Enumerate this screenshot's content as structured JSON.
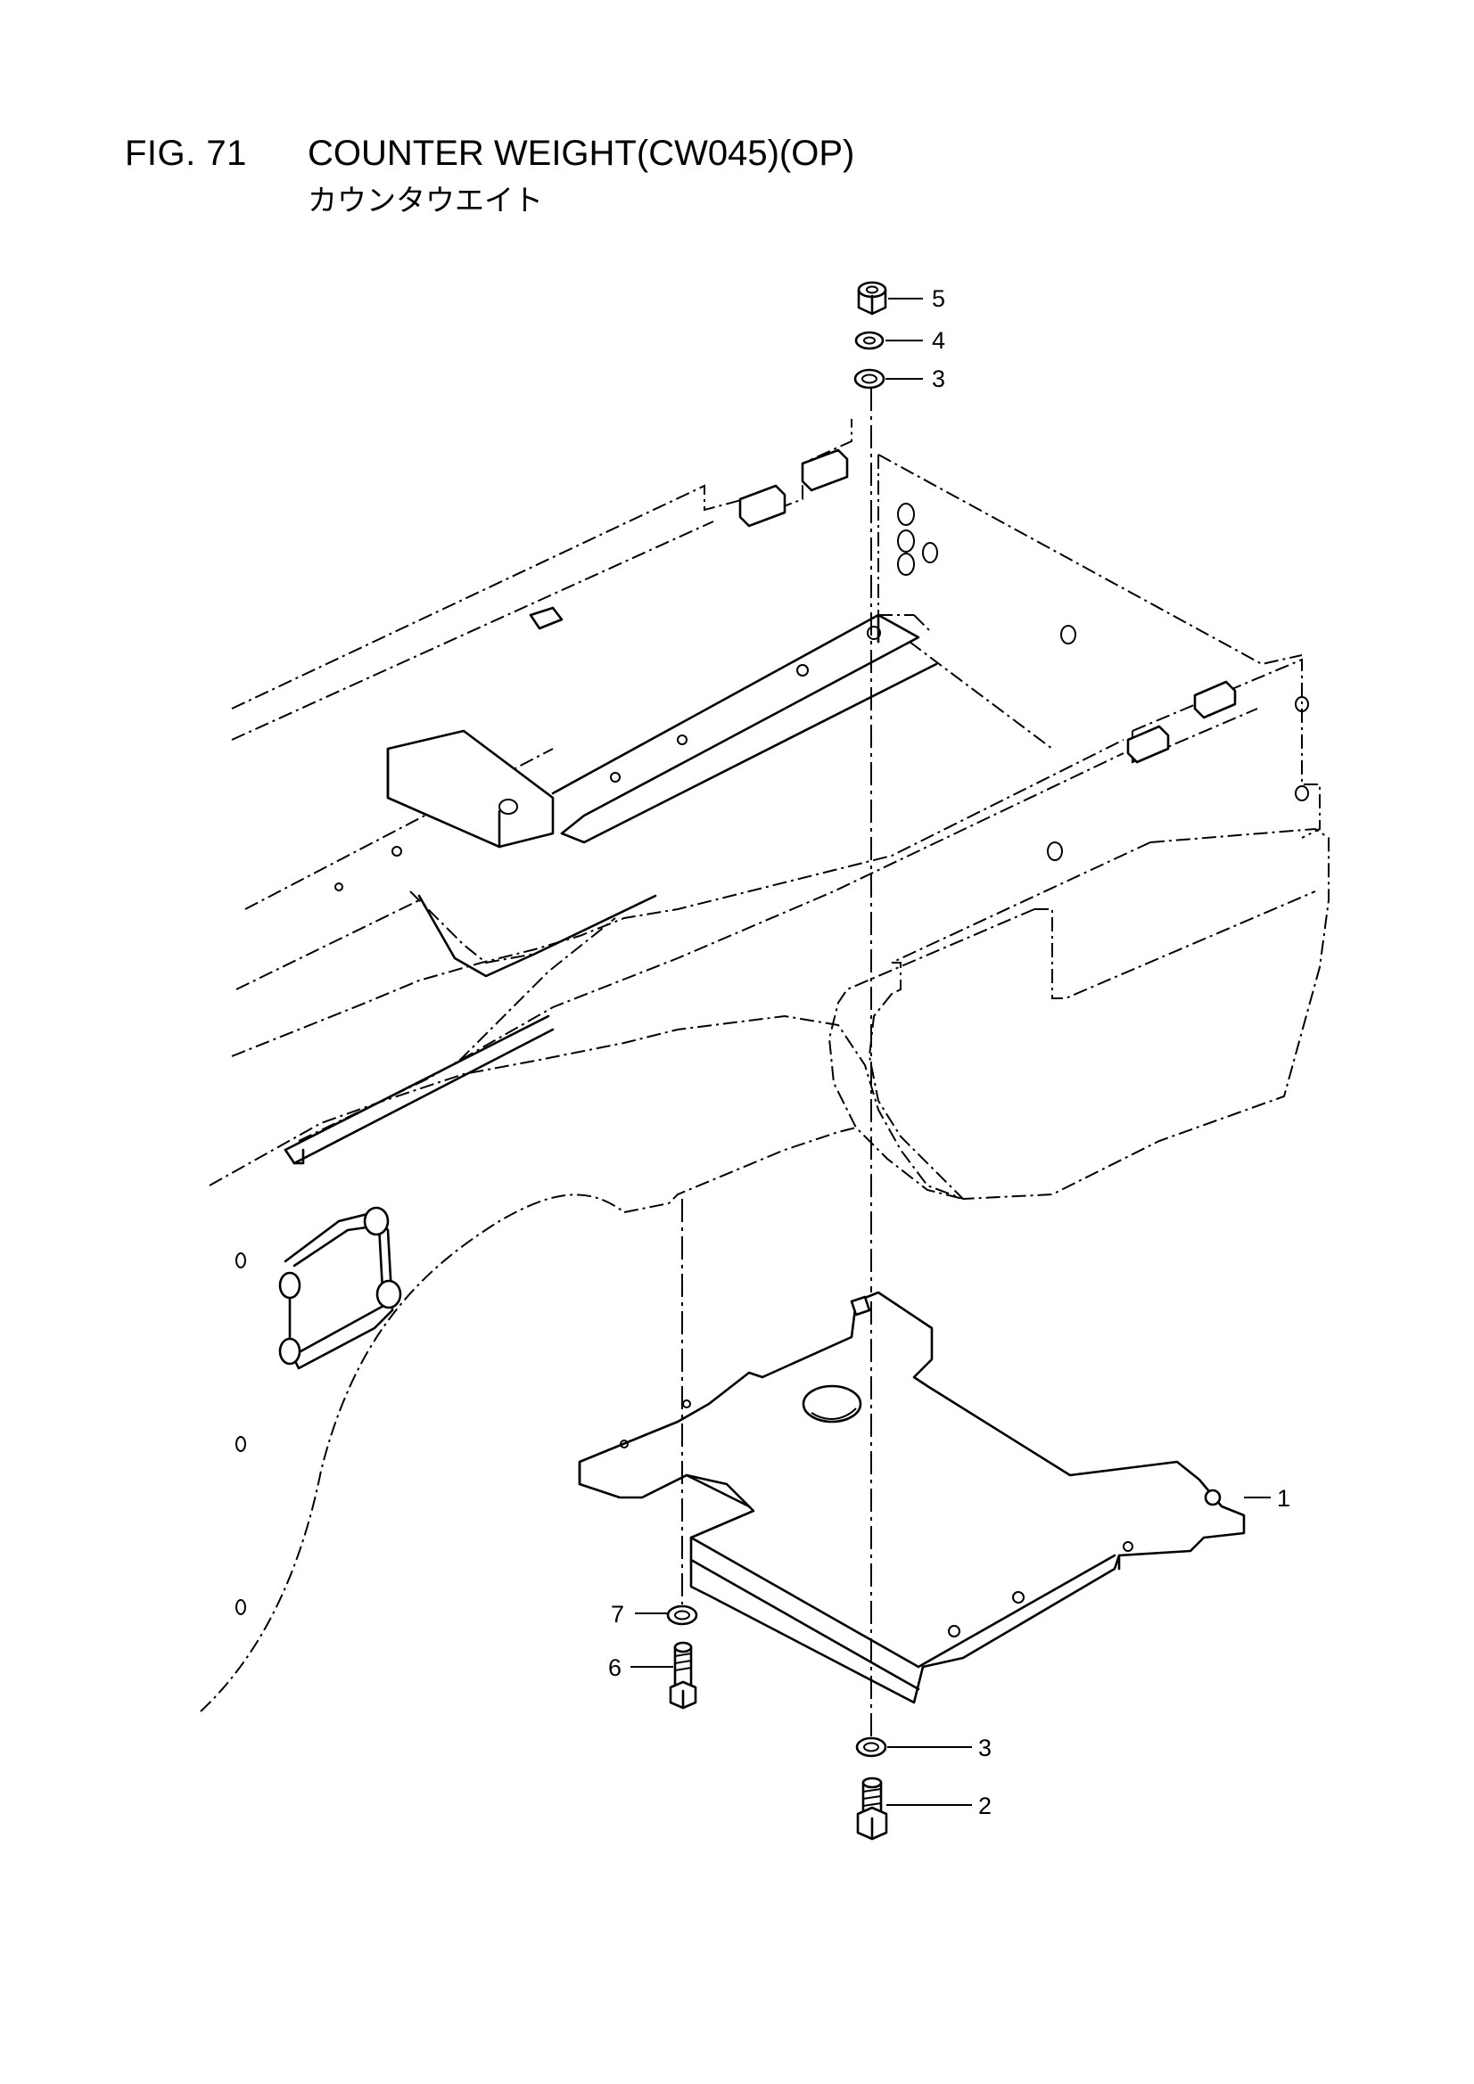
{
  "figure": {
    "number": "FIG. 71",
    "title": "COUNTER WEIGHT(CW045)(OP)",
    "subtitle": "カウンタウエイト"
  },
  "callouts": [
    {
      "id": "callout-5",
      "label": "5"
    },
    {
      "id": "callout-4",
      "label": "4"
    },
    {
      "id": "callout-3-top",
      "label": "3"
    },
    {
      "id": "callout-1",
      "label": "1"
    },
    {
      "id": "callout-7",
      "label": "7"
    },
    {
      "id": "callout-6",
      "label": "6"
    },
    {
      "id": "callout-3-bottom",
      "label": "3"
    },
    {
      "id": "callout-2",
      "label": "2"
    }
  ]
}
